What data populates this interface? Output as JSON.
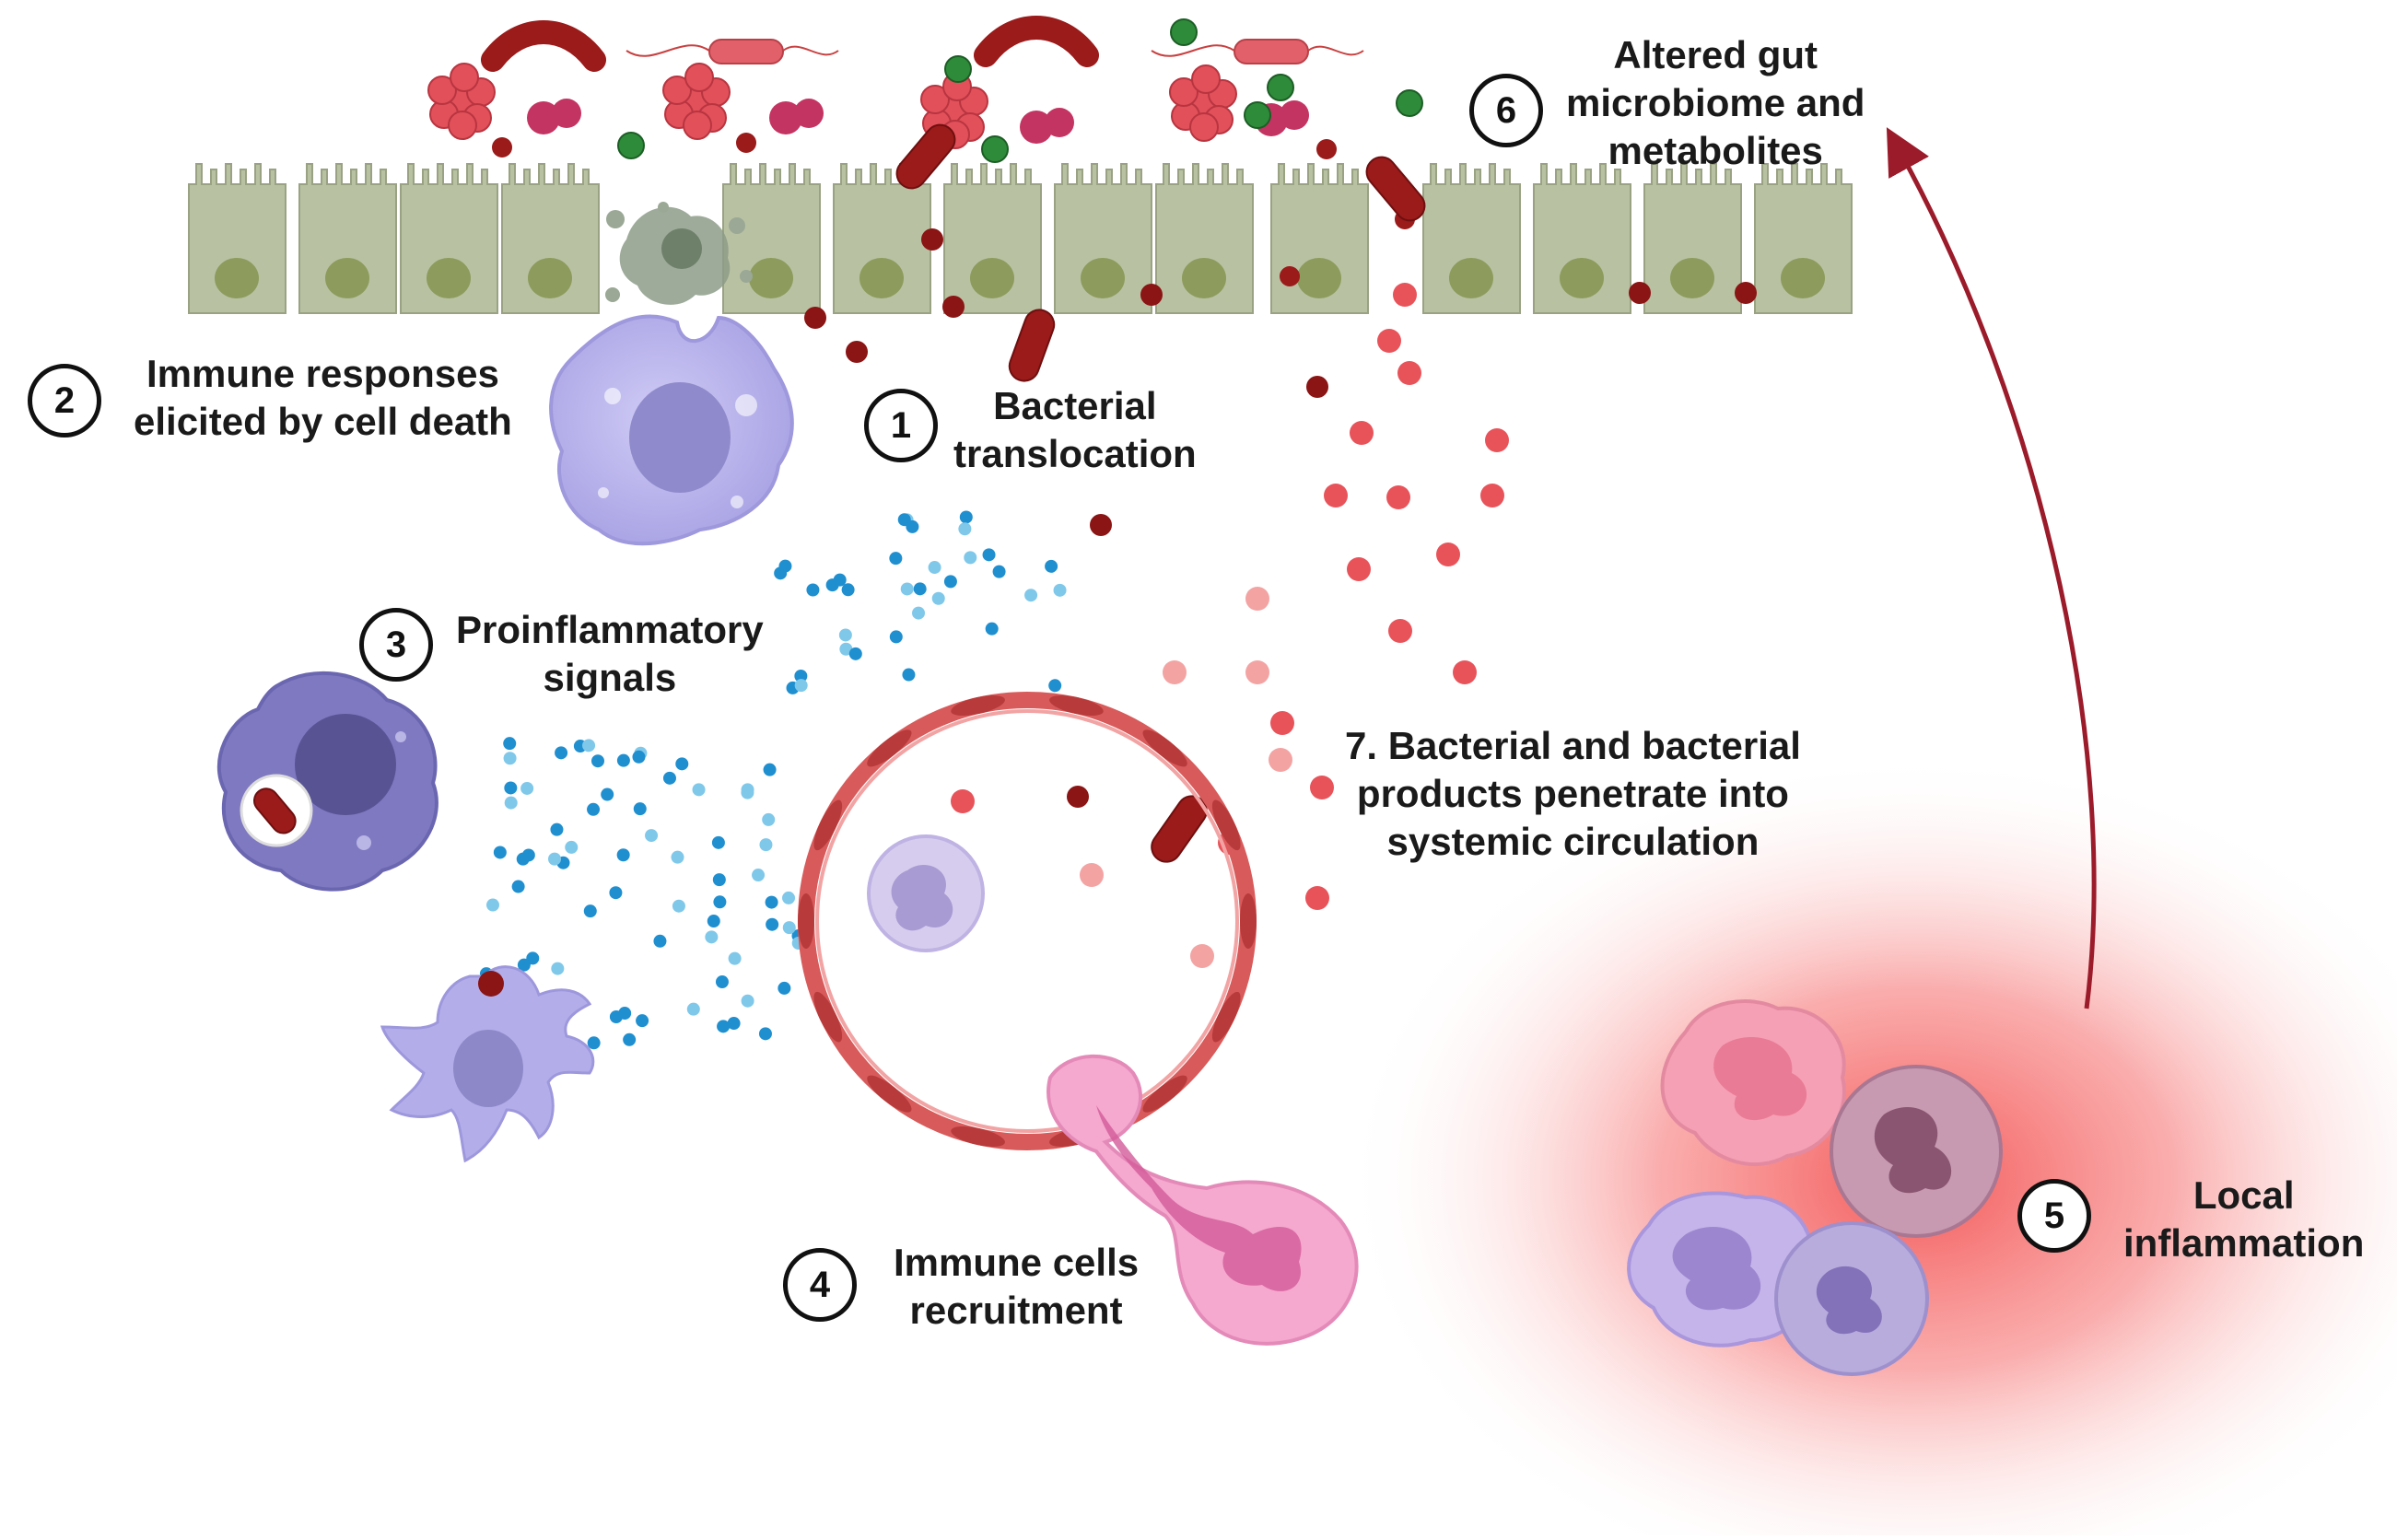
{
  "steps": [
    {
      "number": "1",
      "label_lines": [
        "Bacterial",
        "translocation"
      ]
    },
    {
      "number": "2",
      "label_lines": [
        "Immune responses",
        "elicited by cell death"
      ]
    },
    {
      "number": "3",
      "label_lines": [
        "Proinflammatory",
        "signals"
      ]
    },
    {
      "number": "4",
      "label_lines": [
        "Immune cells",
        "recruitment"
      ]
    },
    {
      "number": "5",
      "label_lines": [
        "Local",
        "inflammation"
      ]
    },
    {
      "number": "6",
      "label_lines": [
        "Altered gut",
        "microbiome and",
        "metabolites"
      ]
    },
    {
      "number": "",
      "label_lines": [
        "7. Bacterial and bacterial",
        "products penetrate into",
        "systemic circulation"
      ]
    }
  ],
  "colors": {
    "epithelium": "#b9c1a3",
    "nucleus": "#8d9b5c",
    "bacteria": "#9b1a1a",
    "microbe_green": "#2e8b3a",
    "signal_blue": "#1f8fd0",
    "vessel": "#d85a5a",
    "inflammation": "#f45a5a",
    "macrophage": "#b9b4ec",
    "arrow": "#9b1b2a"
  },
  "icons": [
    "epithelial-cell-icon",
    "macrophage-icon",
    "dendritic-cell-icon",
    "neutrophil-icon",
    "blood-vessel-icon",
    "bacterium-icon",
    "cytokine-dot-icon"
  ]
}
